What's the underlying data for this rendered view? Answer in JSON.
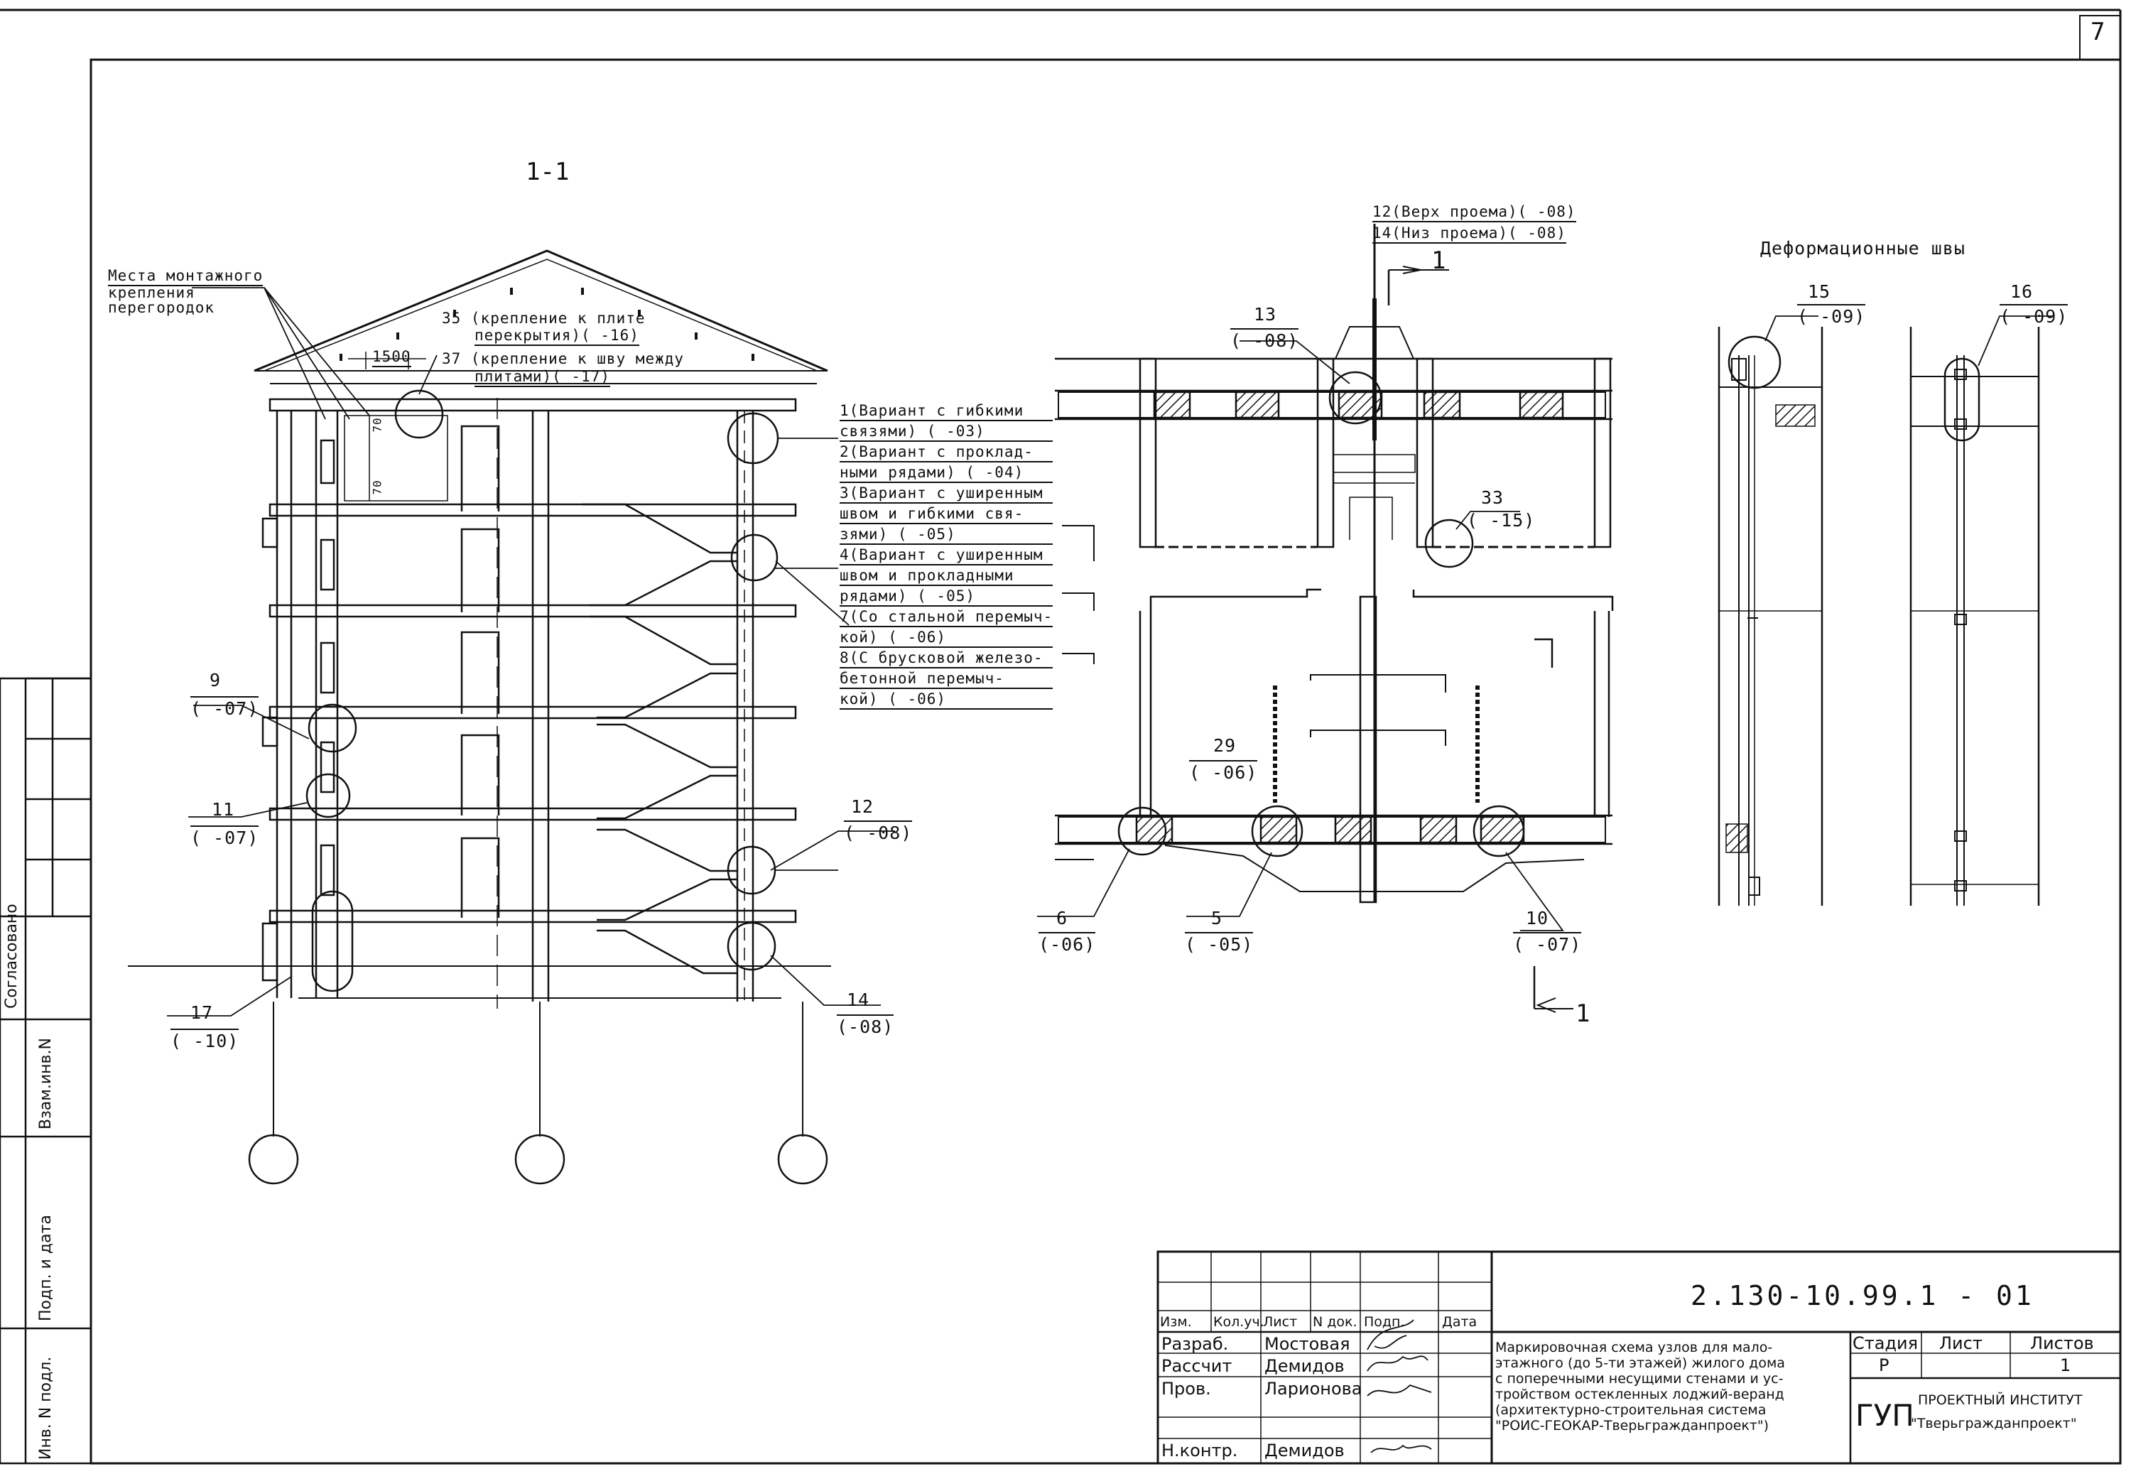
{
  "sheet_number": "7",
  "section_title": "1-1",
  "section_mark": "1",
  "deformation_title": "Деформационные швы",
  "mount_note": [
    "Места монтажного",
    "крепления",
    "перегородок"
  ],
  "node_labels": {
    "n35": [
      "35 (крепление к плите",
      "перекрытия)( -16)"
    ],
    "n37": [
      "37 (крепление к шву между",
      "плитами)( -17)"
    ],
    "dim1500": "1500",
    "dim70a": "70",
    "dim70b": "70",
    "n9": [
      "9",
      "( -07)"
    ],
    "n11": [
      "11",
      "( -07)"
    ],
    "n17": [
      "17",
      "( -10)"
    ],
    "n12": [
      "12",
      "( -08)"
    ],
    "n14": [
      "14",
      "(-08)"
    ],
    "variants": [
      "1(Вариант с гибкими",
      "связями) ( -03)",
      "2(Вариант с проклад-",
      "ными рядами) ( -04)",
      "3(Вариант с уширенным",
      "швом и гибкими свя-",
      "зями) ( -05)",
      "4(Вариант с уширенным",
      "швом и прокладными",
      "рядами) ( -05)",
      "7(Со стальной перемыч-",
      "кой) ( -06)",
      "8(С брусковой железо-",
      "бетонной перемыч-",
      "кой) ( -06)"
    ],
    "opening": [
      "12(Верх проема)( -08)",
      "14(Низ проема)( -08)"
    ],
    "n13": [
      "13",
      "( -08)"
    ],
    "n33": [
      "33",
      "( -15)"
    ],
    "n29": [
      "29",
      "( -06)"
    ],
    "n6": [
      "6",
      "(-06)"
    ],
    "n5": [
      "5",
      "( -05)"
    ],
    "n10": [
      "10",
      "( -07)"
    ],
    "n15": [
      "15",
      "( -09)"
    ],
    "n16": [
      "16",
      "( -09)"
    ]
  },
  "side_stamp": [
    "Инв. N подл.",
    "Подп. и дата",
    "Взам.инв.N",
    "Согласовано"
  ],
  "title_block": {
    "code": "2.130-10.99.1 - 01",
    "headers": [
      "Изм.",
      "Кол.уч.",
      "Лист",
      "N док.",
      "Подп.",
      "Дата"
    ],
    "roles": [
      "Разраб.",
      "Рассчит",
      "Пров.",
      "",
      "Н.контр."
    ],
    "names": [
      "Мостовая",
      "Демидов",
      "Ларионова",
      "",
      "Демидов"
    ],
    "description": [
      "Маркировочная схема узлов для мало-",
      "этажного (до 5-ти этажей) жилого дома",
      "с поперечными несущими стенами и ус-",
      "тройством остекленных лоджий-веранд",
      "(архитектурно-строительная система",
      "\"РОИС-ГЕОКАР-Тверьгражданпроект\")"
    ],
    "stage_label": "Стадия",
    "sheet_label": "Лист",
    "sheets_label": "Листов",
    "stage_value": "Р",
    "sheets_value": "1",
    "org_short": "ГУП",
    "org_line1": "ПРОЕКТНЫЙ ИНСТИТУТ",
    "org_line2": "\"Тверьгражданпроект\""
  }
}
